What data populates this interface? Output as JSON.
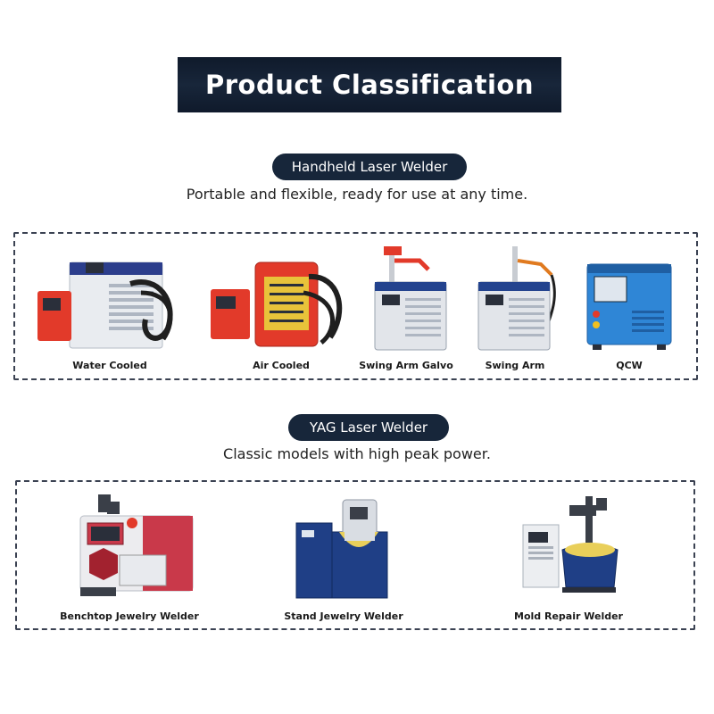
{
  "page_title": "Product Classification",
  "sections": [
    {
      "heading": "Handheld Laser Welder",
      "subtitle": "Portable and flexible, ready for use at any time.",
      "products": [
        {
          "label": "Water Cooled",
          "icon": "water-cooled-welder-image"
        },
        {
          "label": "Air Cooled",
          "icon": "air-cooled-welder-image"
        },
        {
          "label": "Swing Arm Galvo",
          "icon": "swing-arm-galvo-welder-image"
        },
        {
          "label": "Swing Arm",
          "icon": "swing-arm-welder-image"
        },
        {
          "label": "QCW",
          "icon": "qcw-welder-image"
        }
      ]
    },
    {
      "heading": "YAG Laser Welder",
      "subtitle": "Classic models with high peak power.",
      "products": [
        {
          "label": "Benchtop Jewelry Welder",
          "icon": "benchtop-jewelry-welder-image"
        },
        {
          "label": "Stand Jewelry Welder",
          "icon": "stand-jewelry-welder-image"
        },
        {
          "label": "Mold Repair Welder",
          "icon": "mold-repair-welder-image"
        }
      ]
    }
  ],
  "colors": {
    "banner": "#0f1a2b",
    "pill": "#17263a",
    "machine_red": "#e23a2a",
    "machine_blue": "#2f86d6",
    "machine_navy": "#1f3f86",
    "machine_silver": "#d9dde3"
  }
}
